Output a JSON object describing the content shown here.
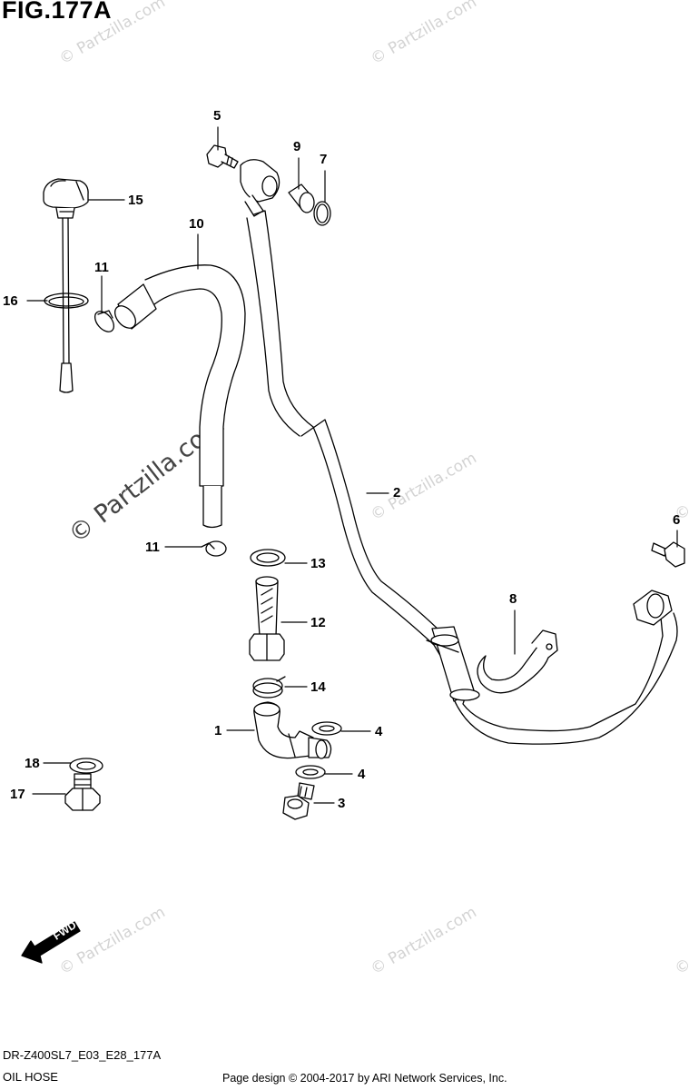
{
  "figure": {
    "title": "FIG.177A"
  },
  "watermark": {
    "small": "© Partzilla.com",
    "big": "© Partzilla.com"
  },
  "callouts": {
    "c1": "1",
    "c2": "2",
    "c3": "3",
    "c4a": "4",
    "c4b": "4",
    "c5": "5",
    "c6": "6",
    "c7": "7",
    "c8": "8",
    "c9": "9",
    "c10": "10",
    "c11a": "11",
    "c11b": "11",
    "c12": "12",
    "c13": "13",
    "c14": "14",
    "c15": "15",
    "c16": "16",
    "c17": "17",
    "c18": "18"
  },
  "fwd_arrow": {
    "label": "FWD"
  },
  "footer": {
    "model_code": "DR-Z400SL7_E03_E28_177A",
    "section_title": "OIL HOSE",
    "copyright": "Page design © 2004-2017 by ARI Network Services, Inc."
  }
}
